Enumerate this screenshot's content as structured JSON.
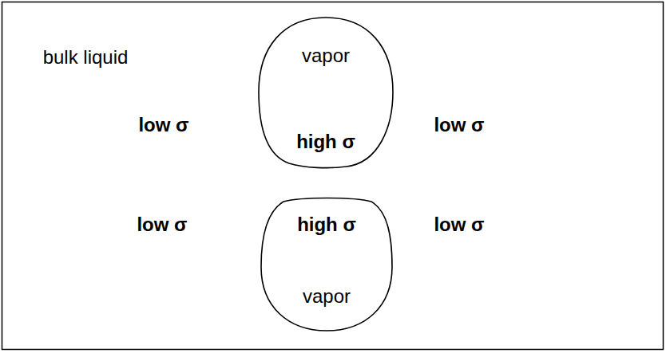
{
  "diagram": {
    "nodes": [
      {
        "text": [
          "vapor",
          "high σ"
        ]
      },
      {
        "text": [
          "high σ",
          "vapor"
        ]
      }
    ],
    "labels": [
      "bulk liquid",
      "low σ",
      "low σ",
      "low σ",
      "low σ"
    ]
  }
}
